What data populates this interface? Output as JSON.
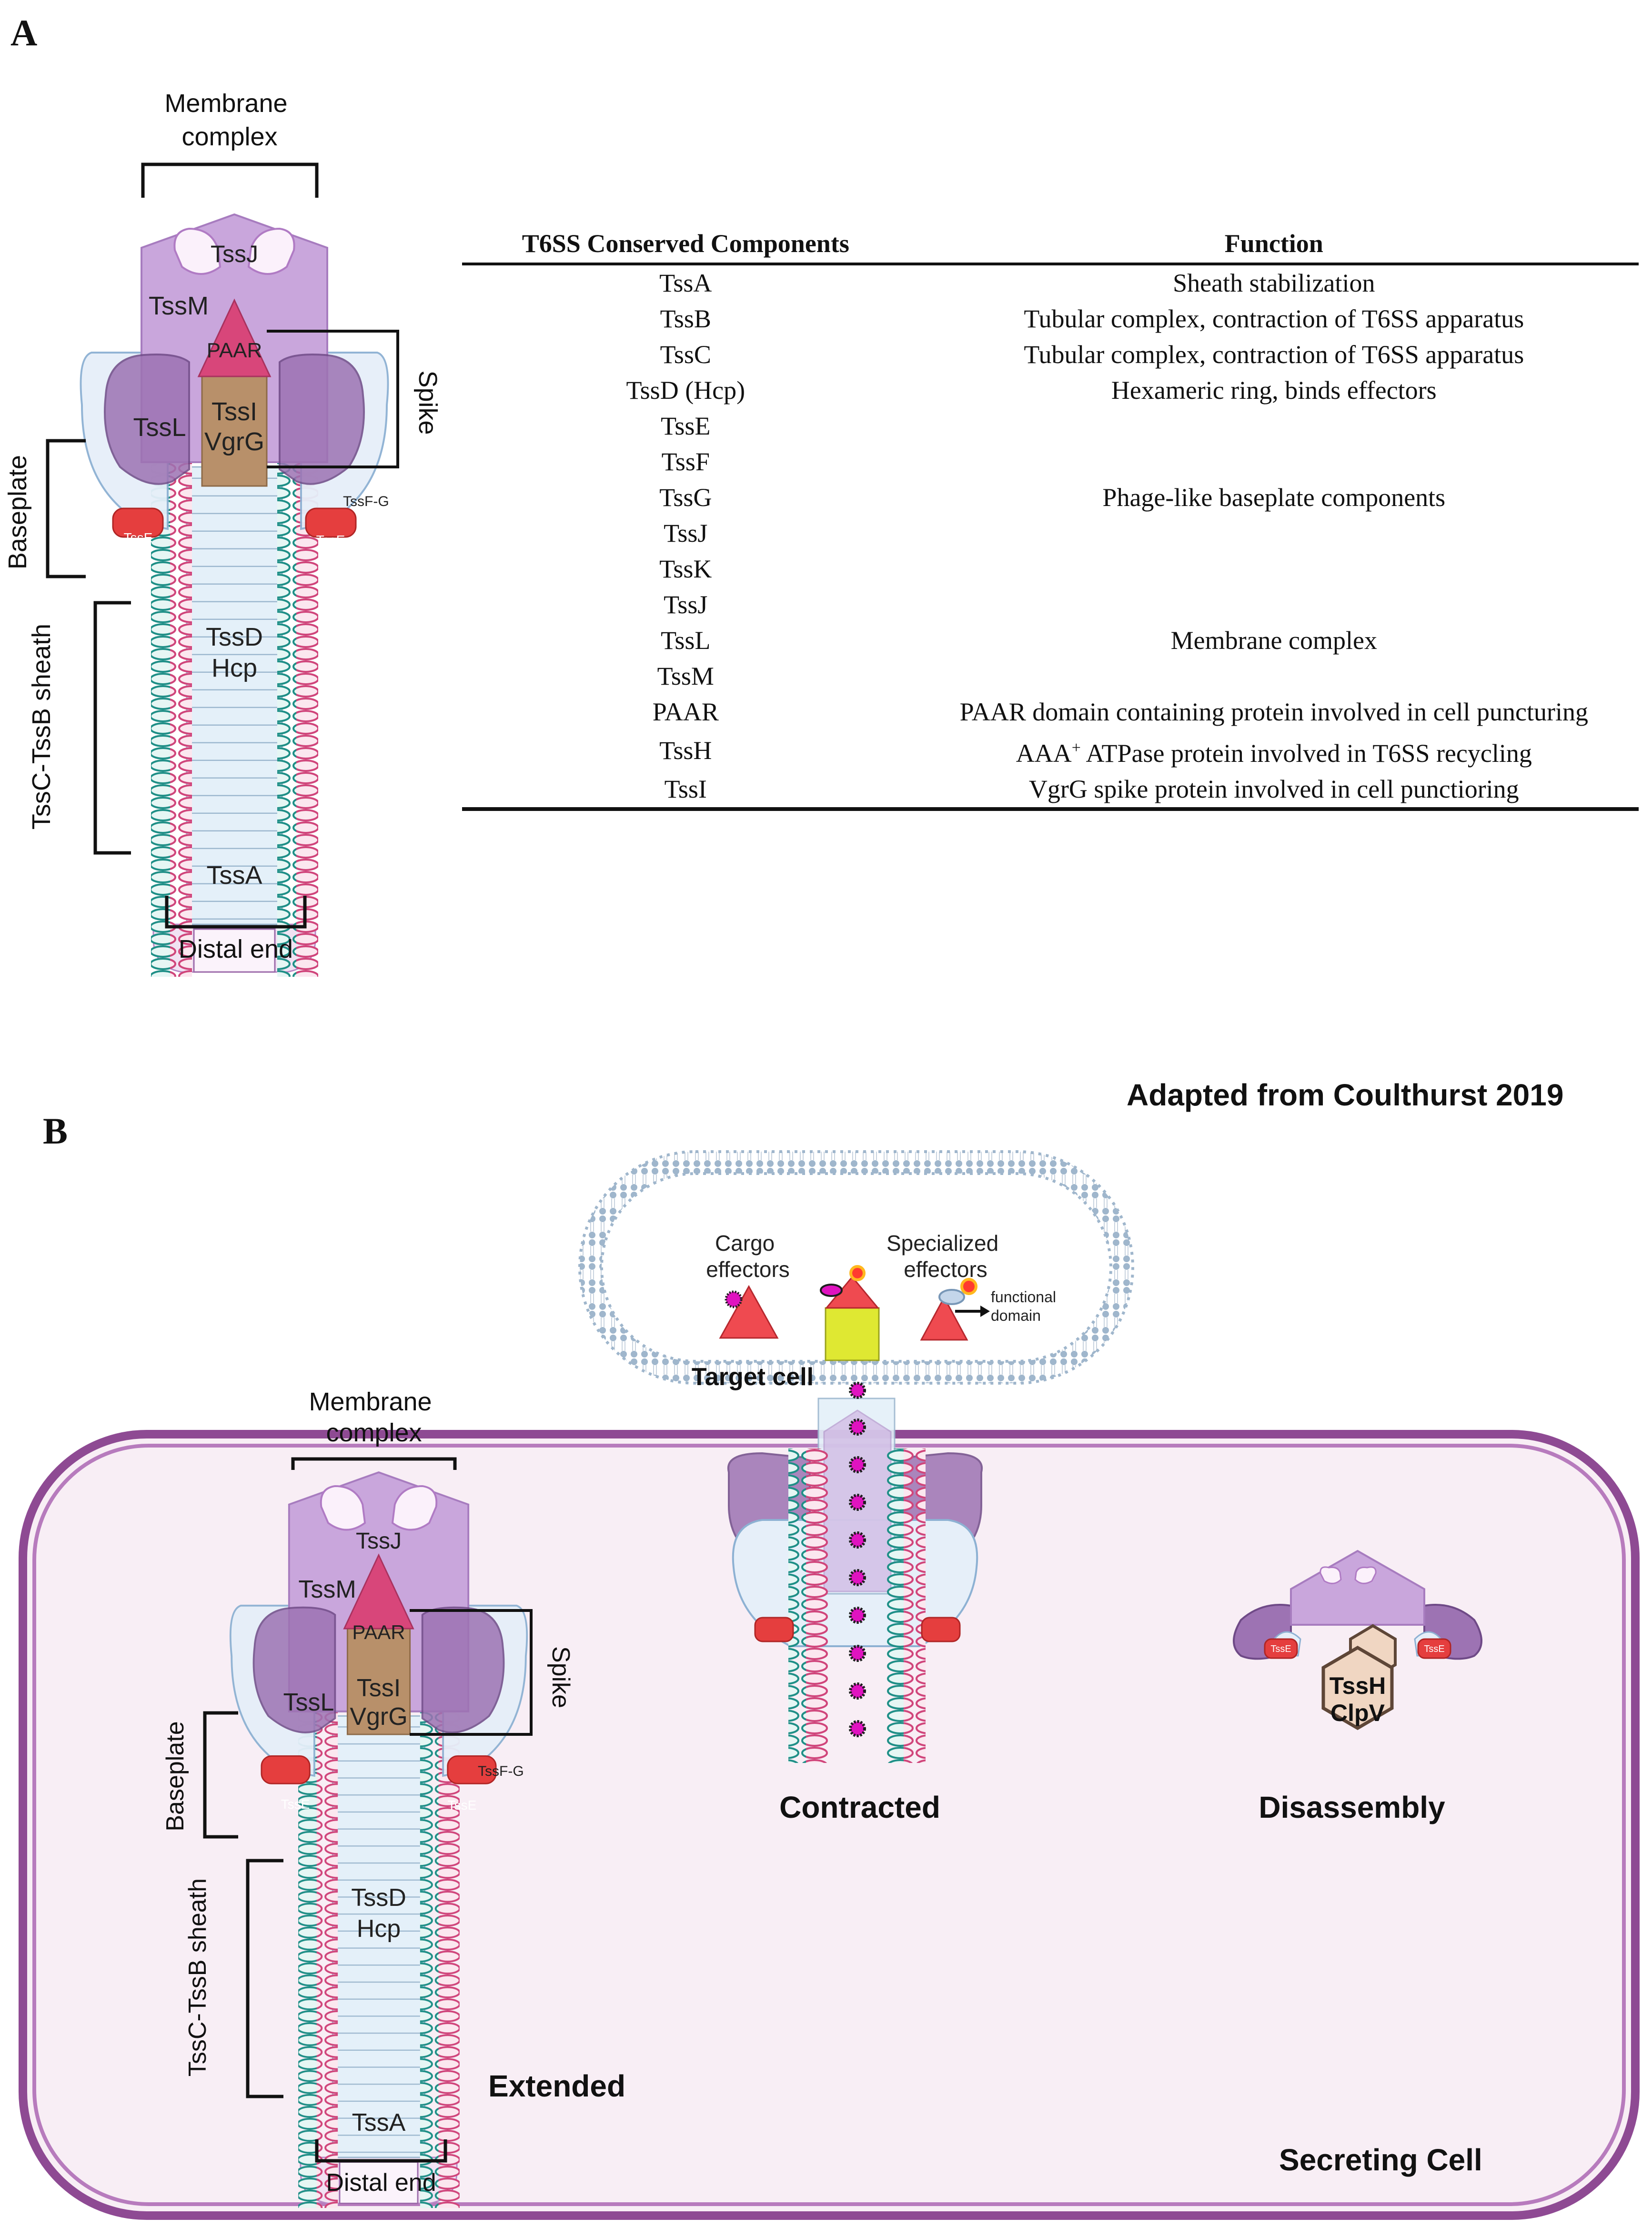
{
  "panel_a": {
    "label": "A",
    "diagram": {
      "membrane_complex": "Membrane\ncomplex",
      "tssj": "TssJ",
      "tssm": "TssM",
      "paar": "PAAR",
      "tssl": "TssL",
      "tssi": "TssI",
      "vgrg": "VgrG",
      "spike": "Spike",
      "baseplate": "Baseplate",
      "tssfg": "TssF-G",
      "tsse": "TssE",
      "tssd": "TssD",
      "hcp": "Hcp",
      "sheath": "TssC-TssB sheath",
      "tssa": "TssA",
      "distal_end": "Distal end"
    },
    "table": {
      "headers": [
        "T6SS Conserved Components",
        "Function"
      ],
      "rows": [
        {
          "component": "TssA",
          "function": "Sheath stabilization"
        },
        {
          "component": "TssB",
          "function": "Tubular complex, contraction of T6SS apparatus"
        },
        {
          "component": "TssC",
          "function": "Tubular complex, contraction of T6SS apparatus"
        },
        {
          "component": "TssD (Hcp)",
          "function": "Hexameric ring, binds effectors"
        },
        {
          "component": "TssE",
          "function": ""
        },
        {
          "component": "TssF",
          "function": ""
        },
        {
          "component": "TssG",
          "function": "Phage-like baseplate components"
        },
        {
          "component": "TssJ",
          "function": ""
        },
        {
          "component": "TssK",
          "function": ""
        },
        {
          "component": "TssJ",
          "function": ""
        },
        {
          "component": "TssL",
          "function": "Membrane complex"
        },
        {
          "component": "TssM",
          "function": ""
        },
        {
          "component": "PAAR",
          "function": "PAAR domain containing protein involved in cell puncturing"
        },
        {
          "component": "TssH",
          "function_prefix": "AAA",
          "function_sup": "+",
          "function_suffix": " ATPase protein involved in T6SS recycling"
        },
        {
          "component": "TssI",
          "function": "VgrG spike protein involved in cell punctioring"
        }
      ]
    }
  },
  "panel_b": {
    "label": "B",
    "credit": "Adapted from Coulthurst 2019",
    "target_cell": {
      "title": "Target cell",
      "cargo": "Cargo\neffectors",
      "specialized": "Specialized\neffectors",
      "functional_domain": "functional\ndomain"
    },
    "extended": {
      "membrane_complex": "Membrane\ncomplex",
      "tssj": "TssJ",
      "tssm": "TssM",
      "paar": "PAAR",
      "tssl": "TssL",
      "tssi": "TssI",
      "vgrg": "VgrG",
      "spike": "Spike",
      "baseplate": "Baseplate",
      "tssfg": "TssF-G",
      "tsse": "TssE",
      "tssd": "TssD",
      "hcp": "Hcp",
      "sheath": "TssC-TssB sheath",
      "tssa": "TssA",
      "distal_end": "Distal end",
      "state_label": "Extended"
    },
    "contracted_label": "Contracted",
    "disassembly": {
      "state_label": "Disassembly",
      "tssh": "TssH",
      "clpv": "ClpV",
      "tsse": "TssE"
    },
    "secreting_cell": "Secreting Cell"
  },
  "colors": {
    "membrane_purple": "#c9a6dc",
    "purple_dark": "#8a5ea3",
    "paar_pink": "#d8467a",
    "vgrg_tan": "#b8906a",
    "baseplate_blue": "#e6eff9",
    "tsse_red": "#e53e3e",
    "sheath_teal": "#1f8f87",
    "sheath_pink": "#d0457b",
    "tube_blue": "#dfeef8",
    "cell_border": "#8e4a93",
    "cell_fill": "#f8eef5",
    "effector_magenta": "#e013c0",
    "effector_red": "#ef4a50",
    "effector_yellow": "#dfe832",
    "target_membrane": "#8aa5c2",
    "clpv_tan": "#f0d6c2"
  }
}
